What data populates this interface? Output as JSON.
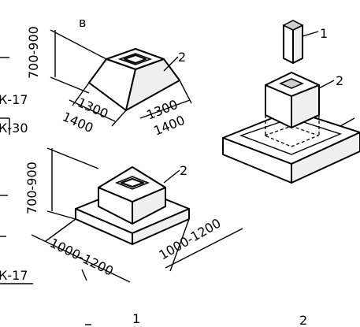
{
  "figure": {
    "panel_letter": "в",
    "callout_2": "2",
    "callout_1": "1",
    "left_edge_marks": [
      "К-17",
      "К-30",
      "К-17"
    ],
    "upper_foundation": {
      "height_label": "700-900",
      "side_a_top": "1300",
      "side_a_bottom": "1400",
      "side_b_top": "1300",
      "side_b_bottom": "1400"
    },
    "lower_foundation": {
      "height_label": "700-900",
      "side_a": "1000-1200",
      "side_b": "1000-1200"
    },
    "bottom_captions": [
      "1",
      "2"
    ]
  }
}
